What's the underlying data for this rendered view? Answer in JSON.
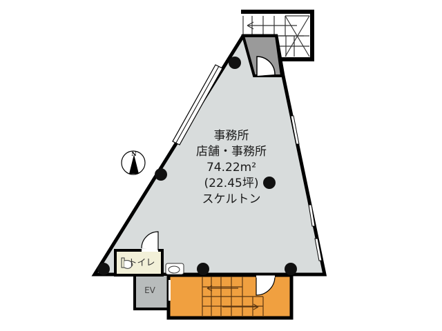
{
  "floor_plan": {
    "room": {
      "use_current": "事務所",
      "use_allowed": "店舗・事務所",
      "area_m2": "74.22",
      "area_unit": "m²",
      "area_tsubo": "(22.45坪)",
      "condition": "スケルトン"
    },
    "toilet_label": "トイレ",
    "elevator_label": "EV",
    "compass_label": "N",
    "colors": {
      "floor": "#d8dcdc",
      "wall": "#000000",
      "stair_core": "#f0a040",
      "elevator": "#b8bcbc",
      "toilet": "#f2f0d8",
      "vestibule": "#9a9a9a"
    }
  }
}
